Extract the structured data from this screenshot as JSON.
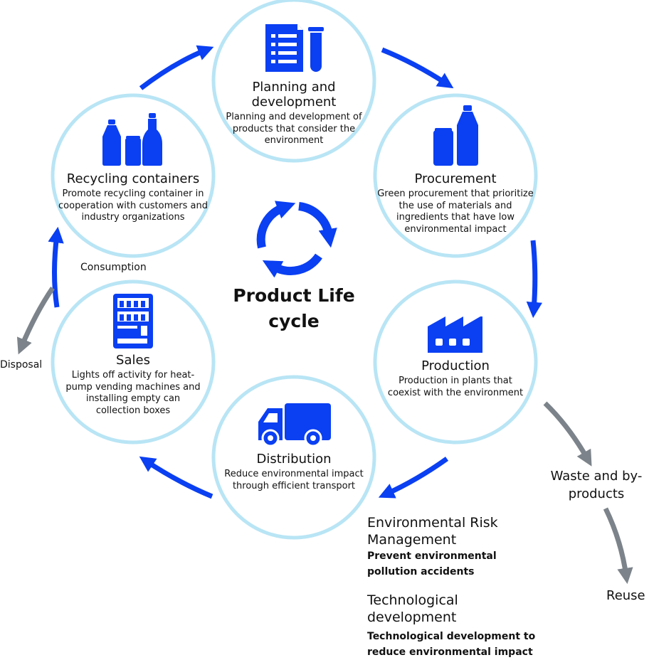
{
  "center": {
    "title": "Product Life cycle"
  },
  "nodes": {
    "planning": {
      "title": "Planning and development",
      "desc": "Planning and development of products that consider the environment"
    },
    "procurement": {
      "title": "Procurement",
      "desc": "Green procurement that prioritize the use of materials and ingredients that have low environmental impact"
    },
    "production": {
      "title": "Production",
      "desc": "Production in plants that coexist with the environment"
    },
    "distribution": {
      "title": "Distribution",
      "desc": "Reduce environmental impact through efficient transport"
    },
    "sales": {
      "title": "Sales",
      "desc": "Lights off activity for heat-pump vending machines and installing empty can collection boxes"
    },
    "recycling": {
      "title": "Recycling containers",
      "desc": "Promote recycling container in cooperation with customers and industry organizations"
    }
  },
  "labels": {
    "consumption": "Consumption",
    "disposal": "Disposal",
    "waste": "Waste and by-products",
    "reuse": "Reuse"
  },
  "side": {
    "risk_title": "Environmental Risk Management",
    "risk_desc": "Prevent environmental pollution accidents",
    "tech_title": "Technological development",
    "tech_desc": "Technological development to reduce environmental impact"
  },
  "colors": {
    "circle_border": "#b9e5f5",
    "accent_blue": "#0a3ff2",
    "gray_arrow": "#7c838a"
  },
  "icons": {
    "planning": "document-flask-icon",
    "procurement": "can-bottle-icon",
    "production": "factory-icon",
    "distribution": "truck-icon",
    "sales": "vending-machine-icon",
    "recycling": "bottles-icon",
    "center": "recycle-arrows-icon"
  }
}
